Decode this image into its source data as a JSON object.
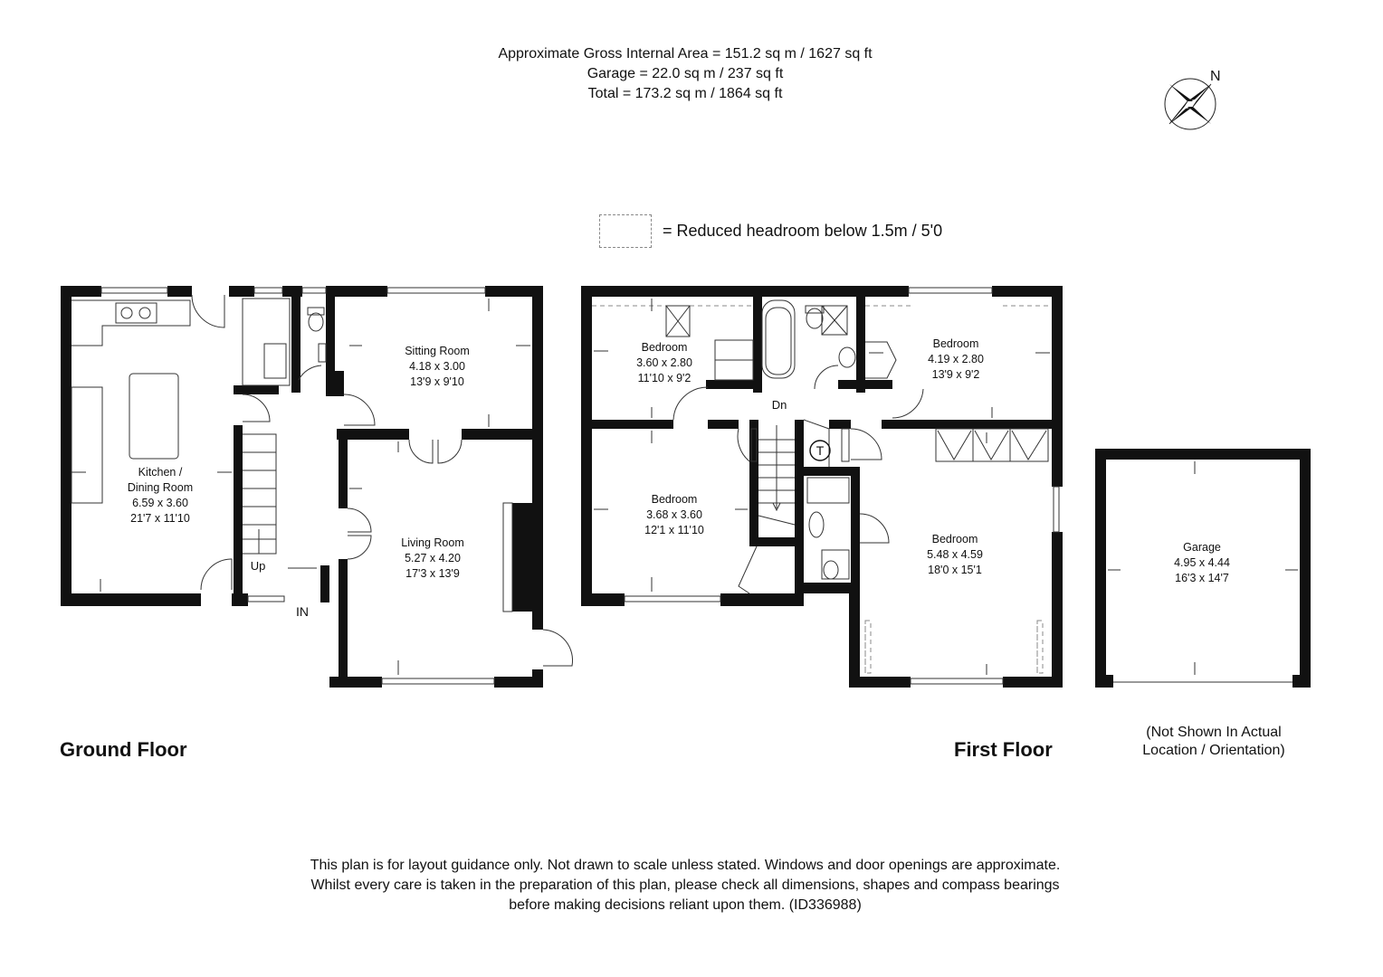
{
  "header": {
    "area_line": "Approximate Gross Internal Area = 151.2 sq m / 1627 sq ft",
    "garage_line": "Garage = 22.0 sq m / 237 sq ft",
    "total_line": "Total = 173.2 sq m / 1864 sq ft"
  },
  "compass": {
    "north_label": "N"
  },
  "legend": {
    "text": "= Reduced headroom below 1.5m / 5'0"
  },
  "ground_floor": {
    "title": "Ground Floor",
    "rooms": {
      "kitchen": {
        "name1": "Kitchen /",
        "name2": "Dining Room",
        "metric": "6.59 x 3.60",
        "imperial": "21'7 x 11'10"
      },
      "sitting": {
        "name": "Sitting Room",
        "metric": "4.18 x 3.00",
        "imperial": "13'9 x 9'10"
      },
      "living": {
        "name": "Living Room",
        "metric": "5.27 x 4.20",
        "imperial": "17'3 x 13'9"
      }
    },
    "up_label": "Up",
    "in_label": "IN"
  },
  "first_floor": {
    "title": "First Floor",
    "rooms": {
      "bed1": {
        "name": "Bedroom",
        "metric": "3.60 x 2.80",
        "imperial": "11'10 x 9'2"
      },
      "bed2": {
        "name": "Bedroom",
        "metric": "4.19 x 2.80",
        "imperial": "13'9 x 9'2"
      },
      "bed3": {
        "name": "Bedroom",
        "metric": "3.68 x 3.60",
        "imperial": "12'1 x 11'10"
      },
      "bed4": {
        "name": "Bedroom",
        "metric": "5.48 x 4.59",
        "imperial": "18'0 x 15'1"
      }
    },
    "dn_label": "Dn",
    "tank_label": "T"
  },
  "garage": {
    "name": "Garage",
    "metric": "4.95 x 4.44",
    "imperial": "16'3 x 14'7",
    "note1": "(Not Shown In Actual",
    "note2": "Location / Orientation)"
  },
  "disclaimer": {
    "line1": "This plan is for layout guidance only. Not drawn to scale unless stated. Windows and door openings are approximate.",
    "line2": "Whilst every care is taken in the preparation of this plan, please check all dimensions, shapes and compass bearings",
    "line3": "before making decisions reliant upon them. (ID336988)"
  }
}
